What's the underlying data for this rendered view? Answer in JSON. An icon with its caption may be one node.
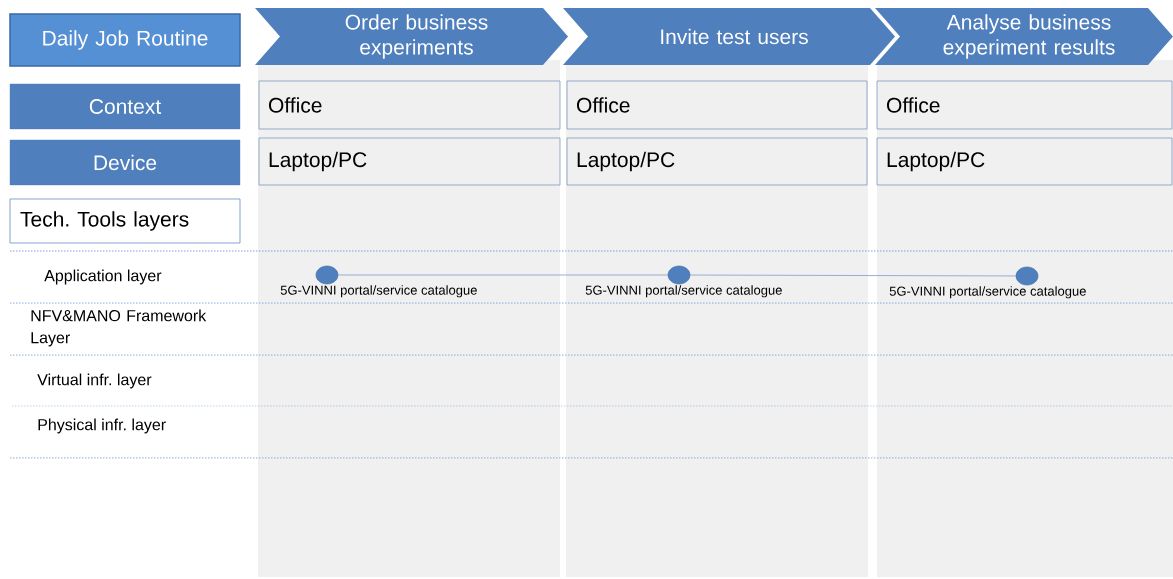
{
  "diagram": {
    "nodes": [
      {
        "text": [
          "Daily Job Routine"
        ]
      },
      {
        "text": [
          "Order business experiments"
        ]
      },
      {
        "text": [
          "Invite test users"
        ]
      },
      {
        "text": [
          "Analyse business experiment results"
        ]
      },
      {
        "text": [
          "Context"
        ]
      },
      {
        "text": [
          "Office"
        ]
      },
      {
        "text": [
          "Office"
        ]
      },
      {
        "text": [
          "Office"
        ]
      },
      {
        "text": [
          "Device"
        ]
      },
      {
        "text": [
          "Laptop/PC"
        ]
      },
      {
        "text": [
          "Laptop/PC"
        ]
      },
      {
        "text": [
          "Laptop/PC"
        ]
      },
      {
        "text": [
          "Tech. Tools layers"
        ]
      },
      {
        "text": [],
        "shape": "circle",
        "beside": [
          "5G-VINNI portal/service catalogue"
        ]
      },
      {
        "text": [],
        "shape": "circle",
        "beside": [
          "5G-VINNI portal/service catalogue"
        ]
      },
      {
        "text": [],
        "shape": "circle",
        "beside": [
          "5G-VINNI portal/service catalogue"
        ]
      }
    ],
    "edges": [
      {
        "from": 13,
        "to": 14,
        "arrow": "none"
      },
      {
        "from": 14,
        "to": 15,
        "arrow": "none"
      }
    ],
    "labels": [
      "Application layer",
      "NFV&MANO Framework Layer",
      "Virtual infr. layer",
      "Physical infr. layer"
    ]
  }
}
